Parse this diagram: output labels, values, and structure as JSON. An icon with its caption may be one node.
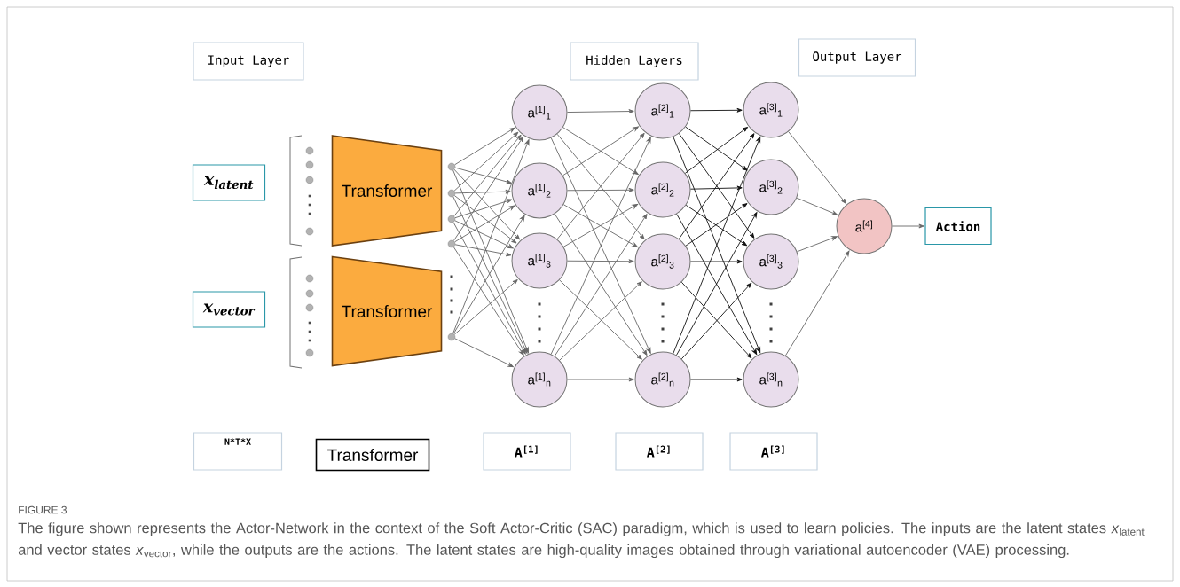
{
  "diagram": {
    "caption": "The figure shown represents the Actor-Network in the context of the Soft Actor-Critic (SAC) paradigm, which is used to learn policies. The inputs are the latent states *x*$_{latent}$ and vector states *x*$_{vector}$, while the outputs are the actions. The latent states are high-quality images obtained through variational autoencoder (VAE) processing.",
    "nodes": [
      {
        "text": [
          "Input Layer"
        ]
      },
      {
        "text": [
          "Hidden Layers"
        ]
      },
      {
        "text": [
          "Output Layer"
        ]
      },
      {
        "text": [
          "x$_{latent}$"
        ]
      },
      {
        "text": [
          "x$_{vector}$"
        ]
      },
      {
        "text": [
          "Transformer"
        ]
      },
      {
        "text": [
          "Transformer"
        ]
      },
      {
        "text": [],
        "shape": "circle"
      },
      {
        "text": [],
        "shape": "circle"
      },
      {
        "text": [],
        "shape": "circle"
      },
      {
        "text": [],
        "shape": "circle"
      },
      {
        "text": [],
        "shape": "circle"
      },
      {
        "text": [
          "a$^{[1]}$$_{1}$"
        ]
      },
      {
        "text": [
          "a$^{[1]}$$_{2}$"
        ]
      },
      {
        "text": [
          "a$^{[1]}$$_{3}$"
        ]
      },
      {
        "text": [
          "a$^{[1]}$$_{n}$"
        ]
      },
      {
        "text": [
          "a$^{[2]}$$_{1}$"
        ]
      },
      {
        "text": [
          "a$^{[2]}$$_{2}$"
        ]
      },
      {
        "text": [
          "a$^{[2]}$$_{3}$"
        ]
      },
      {
        "text": [
          "a$^{[2]}$$_{n}$"
        ]
      },
      {
        "text": [
          "a$^{[3]}$$_{1}$"
        ]
      },
      {
        "text": [
          "a$^{[3]}$$_{2}$"
        ]
      },
      {
        "text": [
          "a$^{[3]}$$_{3}$"
        ]
      },
      {
        "text": [
          "a$^{[3]}$$_{n}$"
        ]
      },
      {
        "text": [
          "a$^{[4]}$"
        ]
      },
      {
        "text": [
          "Action"
        ]
      },
      {
        "text": [
          "N*T*X"
        ]
      },
      {
        "text": [
          "Transformer"
        ]
      },
      {
        "text": [
          "A$^{[1]}$"
        ]
      },
      {
        "text": [
          "A$^{[2]}$"
        ]
      },
      {
        "text": [
          "A$^{[3]}$"
        ]
      }
    ],
    "edges": [
      {
        "from": 7,
        "to": 12,
        "arrow": "to"
      },
      {
        "from": 7,
        "to": 13,
        "arrow": "to"
      },
      {
        "from": 7,
        "to": 14,
        "arrow": "to"
      },
      {
        "from": 7,
        "to": 15,
        "arrow": "to"
      },
      {
        "from": 8,
        "to": 12,
        "arrow": "to"
      },
      {
        "from": 8,
        "to": 13,
        "arrow": "to"
      },
      {
        "from": 8,
        "to": 14,
        "arrow": "to"
      },
      {
        "from": 8,
        "to": 15,
        "arrow": "to"
      },
      {
        "from": 9,
        "to": 12,
        "arrow": "to"
      },
      {
        "from": 9,
        "to": 13,
        "arrow": "to"
      },
      {
        "from": 9,
        "to": 14,
        "arrow": "to"
      },
      {
        "from": 9,
        "to": 15,
        "arrow": "to"
      },
      {
        "from": 10,
        "to": 12,
        "arrow": "to"
      },
      {
        "from": 10,
        "to": 13,
        "arrow": "to"
      },
      {
        "from": 10,
        "to": 14,
        "arrow": "to"
      },
      {
        "from": 10,
        "to": 15,
        "arrow": "to"
      },
      {
        "from": 11,
        "to": 12,
        "arrow": "to"
      },
      {
        "from": 11,
        "to": 13,
        "arrow": "to"
      },
      {
        "from": 11,
        "to": 14,
        "arrow": "to"
      },
      {
        "from": 11,
        "to": 15,
        "arrow": "to"
      },
      {
        "from": 12,
        "to": 16,
        "arrow": "to"
      },
      {
        "from": 12,
        "to": 17,
        "arrow": "to"
      },
      {
        "from": 12,
        "to": 18,
        "arrow": "to"
      },
      {
        "from": 12,
        "to": 19,
        "arrow": "to"
      },
      {
        "from": 13,
        "to": 16,
        "arrow": "to"
      },
      {
        "from": 13,
        "to": 17,
        "arrow": "to"
      },
      {
        "from": 13,
        "to": 18,
        "arrow": "to"
      },
      {
        "from": 13,
        "to": 19,
        "arrow": "to"
      },
      {
        "from": 14,
        "to": 16,
        "arrow": "to"
      },
      {
        "from": 14,
        "to": 17,
        "arrow": "to"
      },
      {
        "from": 14,
        "to": 18,
        "arrow": "to"
      },
      {
        "from": 14,
        "to": 19,
        "arrow": "to"
      },
      {
        "from": 15,
        "to": 16,
        "arrow": "to"
      },
      {
        "from": 15,
        "to": 17,
        "arrow": "to"
      },
      {
        "from": 15,
        "to": 18,
        "arrow": "to"
      },
      {
        "from": 15,
        "to": 19,
        "arrow": "to"
      },
      {
        "from": 16,
        "to": 20,
        "arrow": "to",
        "color": "#111111"
      },
      {
        "from": 16,
        "to": 21,
        "arrow": "to",
        "color": "#111111"
      },
      {
        "from": 16,
        "to": 22,
        "arrow": "to",
        "color": "#111111"
      },
      {
        "from": 16,
        "to": 23,
        "arrow": "to",
        "color": "#111111"
      },
      {
        "from": 17,
        "to": 20,
        "arrow": "to",
        "color": "#111111"
      },
      {
        "from": 17,
        "to": 21,
        "arrow": "to",
        "color": "#111111"
      },
      {
        "from": 17,
        "to": 22,
        "arrow": "to",
        "color": "#111111"
      },
      {
        "from": 17,
        "to": 23,
        "arrow": "to",
        "color": "#111111"
      },
      {
        "from": 18,
        "to": 20,
        "arrow": "to",
        "color": "#111111"
      },
      {
        "from": 18,
        "to": 21,
        "arrow": "to",
        "color": "#111111"
      },
      {
        "from": 18,
        "to": 22,
        "arrow": "to",
        "color": "#111111"
      },
      {
        "from": 18,
        "to": 23,
        "arrow": "to",
        "color": "#111111"
      },
      {
        "from": 19,
        "to": 20,
        "arrow": "to",
        "color": "#111111"
      },
      {
        "from": 19,
        "to": 21,
        "arrow": "to",
        "color": "#111111"
      },
      {
        "from": 19,
        "to": 22,
        "arrow": "to",
        "color": "#111111"
      },
      {
        "from": 19,
        "to": 23,
        "arrow": "to",
        "color": "#111111"
      },
      {
        "from": 20,
        "to": 24,
        "arrow": "to"
      },
      {
        "from": 21,
        "to": 24,
        "arrow": "to"
      },
      {
        "from": 22,
        "to": 24,
        "arrow": "to"
      },
      {
        "from": 23,
        "to": 24,
        "arrow": "to"
      },
      {
        "from": 24,
        "to": 25,
        "arrow": "to"
      }
    ],
    "labels": [
      "FIGURE 3"
    ]
  }
}
